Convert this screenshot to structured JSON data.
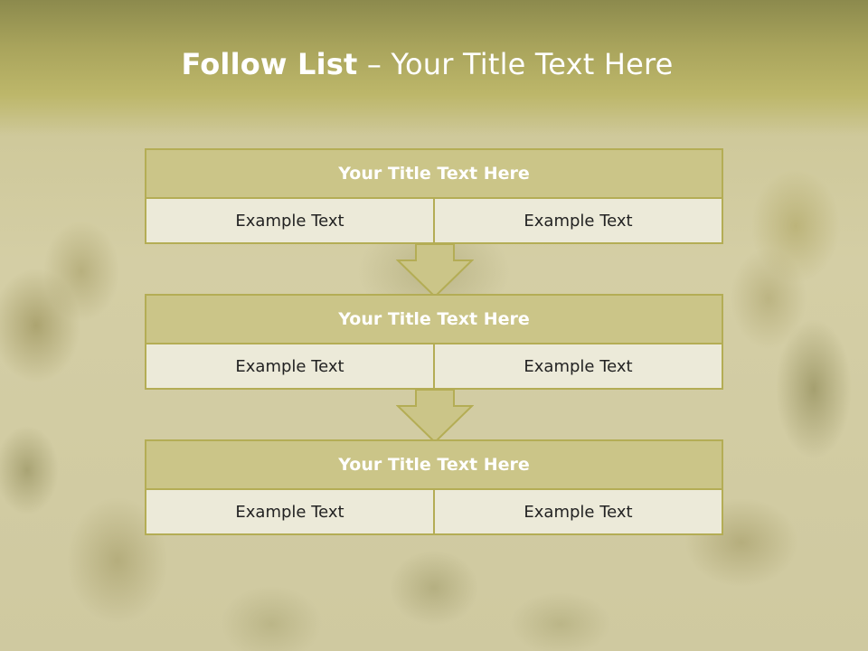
{
  "slide": {
    "title_bold": "Follow List",
    "title_separator": " – ",
    "title_rest": "Your Title Text Here"
  },
  "blocks": [
    {
      "title": "Your Title Text Here",
      "left": "Example Text",
      "right": "Example Text"
    },
    {
      "title": "Your Title Text Here",
      "left": "Example Text",
      "right": "Example Text"
    },
    {
      "title": "Your Title Text Here",
      "left": "Example Text",
      "right": "Example Text"
    }
  ],
  "colors": {
    "accent": "#cbc588",
    "border": "#b4ad55",
    "cell_background": "#ecead9",
    "header_band": "#a9a45c"
  },
  "icons": [
    "down-arrow-icon",
    "down-arrow-icon"
  ]
}
